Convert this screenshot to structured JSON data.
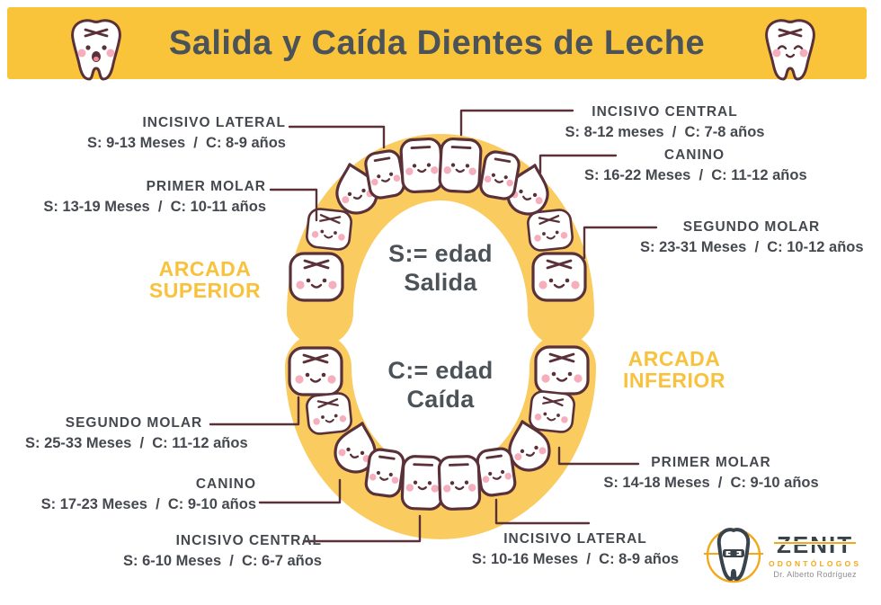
{
  "header": {
    "title": "Salida y Caída Dientes de Leche"
  },
  "legend": {
    "salida_line1": "S:= edad",
    "salida_line2": "Salida",
    "caida_line1": "C:= edad",
    "caida_line2": "Caída"
  },
  "arches": {
    "superior": {
      "line1": "ARCADA",
      "line2": "SUPERIOR"
    },
    "inferior": {
      "line1": "ARCADA",
      "line2": "INFERIOR"
    }
  },
  "labels": {
    "sup_incisivo_lateral": {
      "name": "INCISIVO LATERAL",
      "ages": "S: 9-13 Meses  /  C: 8-9 años"
    },
    "sup_primer_molar": {
      "name": "PRIMER MOLAR",
      "ages": "S: 13-19 Meses  /  C: 10-11 años"
    },
    "sup_incisivo_central": {
      "name": "INCISIVO CENTRAL",
      "ages": "S: 8-12 meses  /  C: 7-8 años"
    },
    "sup_canino": {
      "name": "CANINO",
      "ages": "S: 16-22 Meses  /  C: 11-12 años"
    },
    "sup_segundo_molar": {
      "name": "SEGUNDO MOLAR",
      "ages": "S: 23-31 Meses  /  C: 10-12 años"
    },
    "inf_segundo_molar": {
      "name": "SEGUNDO MOLAR",
      "ages": "S: 25-33 Meses  /  C: 11-12 años"
    },
    "inf_canino": {
      "name": "CANINO",
      "ages": "S: 17-23 Meses  /  C: 9-10 años"
    },
    "inf_incisivo_central": {
      "name": "INCISIVO CENTRAL",
      "ages": "S: 6-10 Meses  /  C: 6-7 años"
    },
    "inf_incisivo_lateral": {
      "name": "INCISIVO LATERAL",
      "ages": "S: 10-16 Meses  /  C: 8-9 años"
    },
    "inf_primer_molar": {
      "name": "PRIMER MOLAR",
      "ages": "S: 14-18 Meses  /  C: 9-10 años"
    }
  },
  "logo": {
    "brand": "ZENIT",
    "tagline": "ODONTÓLOGOS",
    "doctor": "Dr. Alberto Rodríguez"
  },
  "colors": {
    "header_yellow": "#F9C43A",
    "arch_yellow": "#FACB5F",
    "outline_brown": "#5A3039",
    "text_dark": "#4B5258",
    "accent_yellow": "#F8C23C",
    "logo_orange": "#F2A81D",
    "cheek_pink": "#F6AEBC"
  }
}
